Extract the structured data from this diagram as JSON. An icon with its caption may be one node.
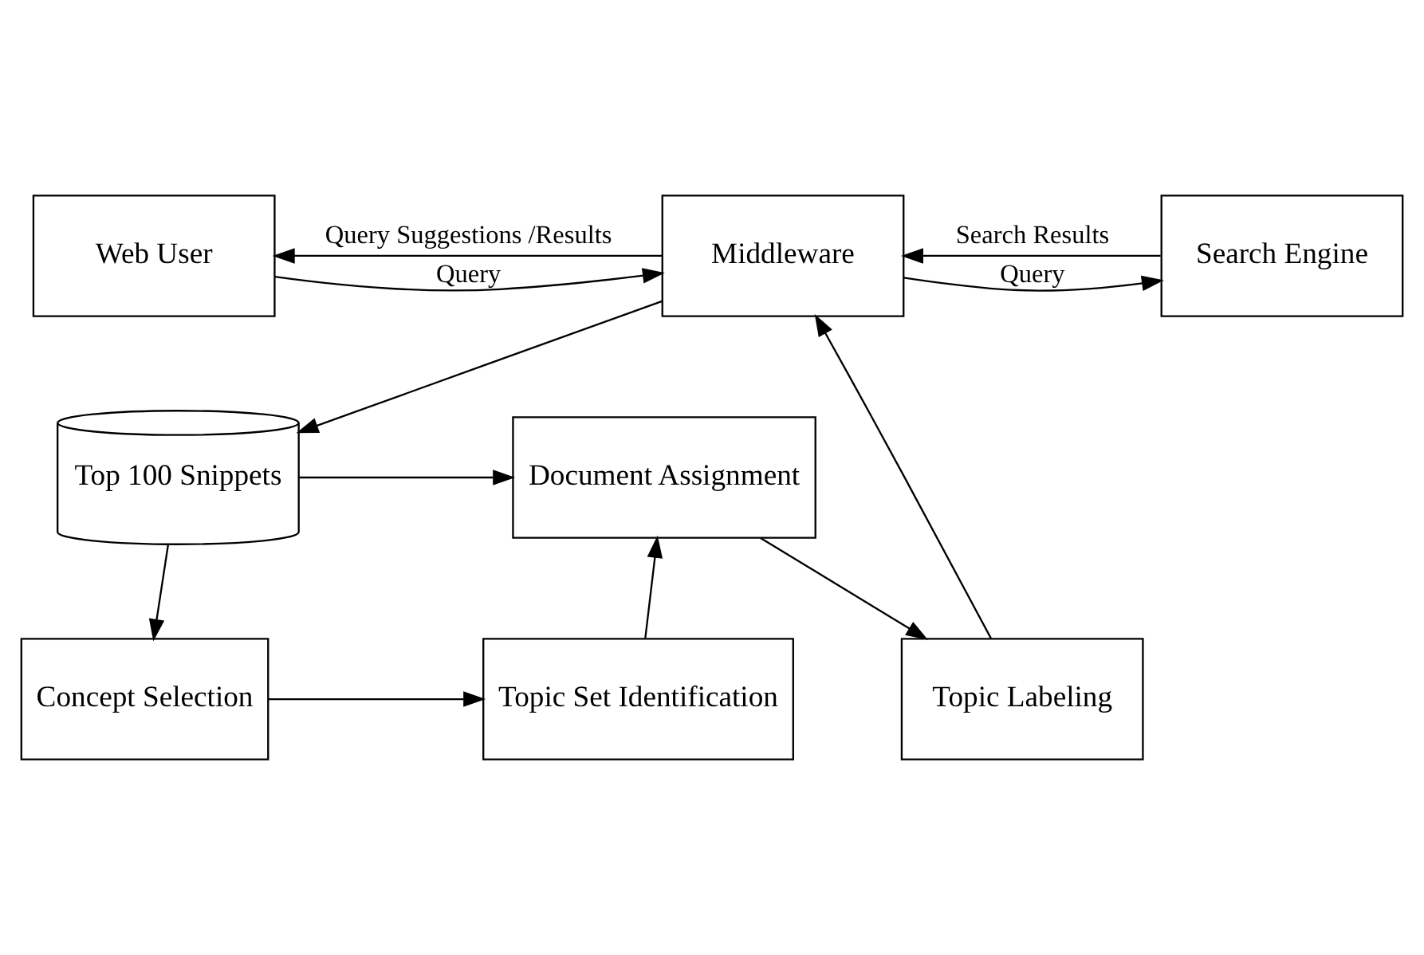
{
  "diagram": {
    "nodes": [
      {
        "text": [
          "Web User"
        ]
      },
      {
        "text": [
          "Middleware"
        ]
      },
      {
        "text": [
          "Search Engine"
        ]
      },
      {
        "text": [
          "Top 100 Snippets"
        ]
      },
      {
        "text": [
          "Document Assignment"
        ]
      },
      {
        "text": [
          "Topic Labeling"
        ]
      },
      {
        "text": [
          "Topic Set Identification"
        ]
      },
      {
        "text": [
          "Concept Selection"
        ]
      }
    ],
    "edges": [
      {
        "from": 0,
        "to": 1,
        "label": "Query",
        "arrow": "to"
      },
      {
        "from": 1,
        "to": 0,
        "label": "Query Suggestions /Results",
        "arrow": "to"
      },
      {
        "from": 1,
        "to": 2,
        "label": "Query",
        "arrow": "to"
      },
      {
        "from": 2,
        "to": 1,
        "label": "Search Results",
        "arrow": "to"
      },
      {
        "from": 1,
        "to": 3,
        "arrow": "to"
      },
      {
        "from": 3,
        "to": 4,
        "arrow": "to"
      },
      {
        "from": 3,
        "to": 7,
        "arrow": "to"
      },
      {
        "from": 7,
        "to": 6,
        "arrow": "to"
      },
      {
        "from": 6,
        "to": 4,
        "arrow": "to"
      },
      {
        "from": 4,
        "to": 5,
        "arrow": "to"
      },
      {
        "from": 5,
        "to": 1,
        "arrow": "to"
      }
    ]
  }
}
